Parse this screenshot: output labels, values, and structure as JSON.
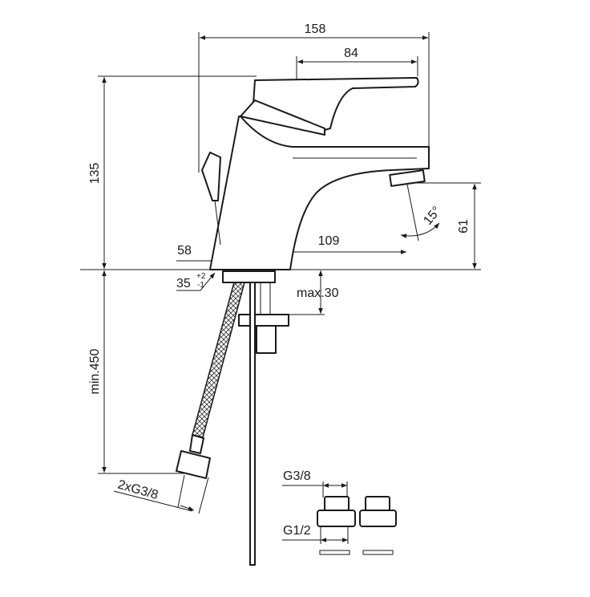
{
  "title": "Basin mixer dimension drawing",
  "dimensions": {
    "overall_width": "158",
    "spout_reach": "84",
    "height": "135",
    "spout_height": "61",
    "angle": "15°",
    "projection": "109",
    "base_diameter": "58",
    "hole_diameter": "35",
    "hole_tol_plus": "+2",
    "hole_tol_minus": "-1",
    "max_thickness": "max.30",
    "hose_length": "min.450",
    "hose_thread": "2xG3/8",
    "adapter_top": "G3/8",
    "adapter_bottom": "G1/2"
  }
}
